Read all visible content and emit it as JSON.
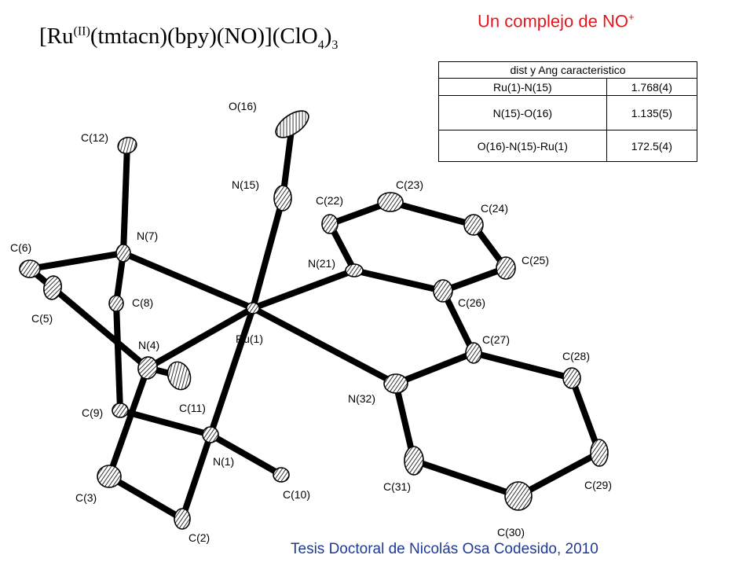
{
  "heading": {
    "text": "Un complejo de NO",
    "superscript": "+"
  },
  "formula": {
    "part1": "[Ru",
    "ox_state": "(II)",
    "part2": "(tmtacn)(bpy)(NO)](ClO",
    "sub1": "4",
    "part3": ")",
    "sub2": "3"
  },
  "table": {
    "title": "dist y Ang caracteristico",
    "rows": [
      {
        "label": "Ru(1)-N(15)",
        "value": "1.768(4)"
      },
      {
        "label": "N(15)-O(16)",
        "value": "1.135(5)"
      },
      {
        "label": "O(16)-N(15)-Ru(1)",
        "value": "172.5(4)"
      }
    ]
  },
  "footer": "Tesis Doctoral de Nicolás Osa Codesido, 2010",
  "atoms": {
    "O16": "O(16)",
    "N15": "N(15)",
    "C12": "C(12)",
    "N7": "N(7)",
    "C6": "C(6)",
    "C5": "C(5)",
    "C8": "C(8)",
    "N4": "N(4)",
    "C11": "C(11)",
    "C9": "C(9)",
    "N1": "N(1)",
    "C10": "C(10)",
    "C3": "C(3)",
    "C2": "C(2)",
    "Ru1": "Ru(1)",
    "C22": "C(22)",
    "C23": "C(23)",
    "C24": "C(24)",
    "N21": "N(21)",
    "C25": "C(25)",
    "C26": "C(26)",
    "C27": "C(27)",
    "C28": "C(28)",
    "N32": "N(32)",
    "C31": "C(31)",
    "C29": "C(29)",
    "C30": "C(30)"
  }
}
